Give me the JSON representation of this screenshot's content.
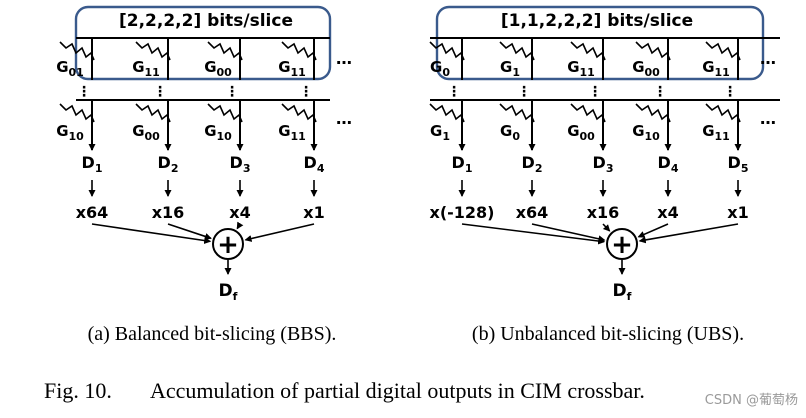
{
  "panels": [
    {
      "id": "bbs",
      "slice_label": "[2,2,2,2] bits/slice",
      "row1_labels": [
        {
          "base": "G",
          "sub": "01"
        },
        {
          "base": "G",
          "sub": "11"
        },
        {
          "base": "G",
          "sub": "00"
        },
        {
          "base": "G",
          "sub": "11"
        }
      ],
      "row2_labels": [
        {
          "base": "G",
          "sub": "10"
        },
        {
          "base": "G",
          "sub": "00"
        },
        {
          "base": "G",
          "sub": "10"
        },
        {
          "base": "G",
          "sub": "11"
        }
      ],
      "outputs": [
        {
          "base": "D",
          "sub": "1"
        },
        {
          "base": "D",
          "sub": "2"
        },
        {
          "base": "D",
          "sub": "3"
        },
        {
          "base": "D",
          "sub": "4"
        }
      ],
      "weights": [
        "x64",
        "x16",
        "x4",
        "x1"
      ],
      "sum_symbol": "+",
      "final_output": {
        "base": "D",
        "sub": "f"
      },
      "caption": "(a) Balanced bit-slicing (BBS)."
    },
    {
      "id": "ubs",
      "slice_label": "[1,1,2,2,2] bits/slice",
      "row1_labels": [
        {
          "base": "G",
          "sub": "0"
        },
        {
          "base": "G",
          "sub": "1"
        },
        {
          "base": "G",
          "sub": "11"
        },
        {
          "base": "G",
          "sub": "00"
        },
        {
          "base": "G",
          "sub": "11"
        }
      ],
      "row2_labels": [
        {
          "base": "G",
          "sub": "1"
        },
        {
          "base": "G",
          "sub": "0"
        },
        {
          "base": "G",
          "sub": "00"
        },
        {
          "base": "G",
          "sub": "10"
        },
        {
          "base": "G",
          "sub": "11"
        }
      ],
      "outputs": [
        {
          "base": "D",
          "sub": "1"
        },
        {
          "base": "D",
          "sub": "2"
        },
        {
          "base": "D",
          "sub": "3"
        },
        {
          "base": "D",
          "sub": "4"
        },
        {
          "base": "D",
          "sub": "5"
        }
      ],
      "weights": [
        "x(-128)",
        "x64",
        "x16",
        "x4",
        "x1"
      ],
      "sum_symbol": "+",
      "final_output": {
        "base": "D",
        "sub": "f"
      },
      "caption": "(b) Unbalanced bit-slicing (UBS)."
    }
  ],
  "ellipsis": "…",
  "vertical_ellipsis": "⋮",
  "figure_caption": {
    "label": "Fig. 10.",
    "text": "Accumulation of partial digital outputs in CIM crossbar."
  },
  "watermark": "CSDN @葡萄杨",
  "colors": {
    "highlight_box": "#3a5a8c",
    "ink": "#000000",
    "watermark": "#9a9a9a"
  }
}
